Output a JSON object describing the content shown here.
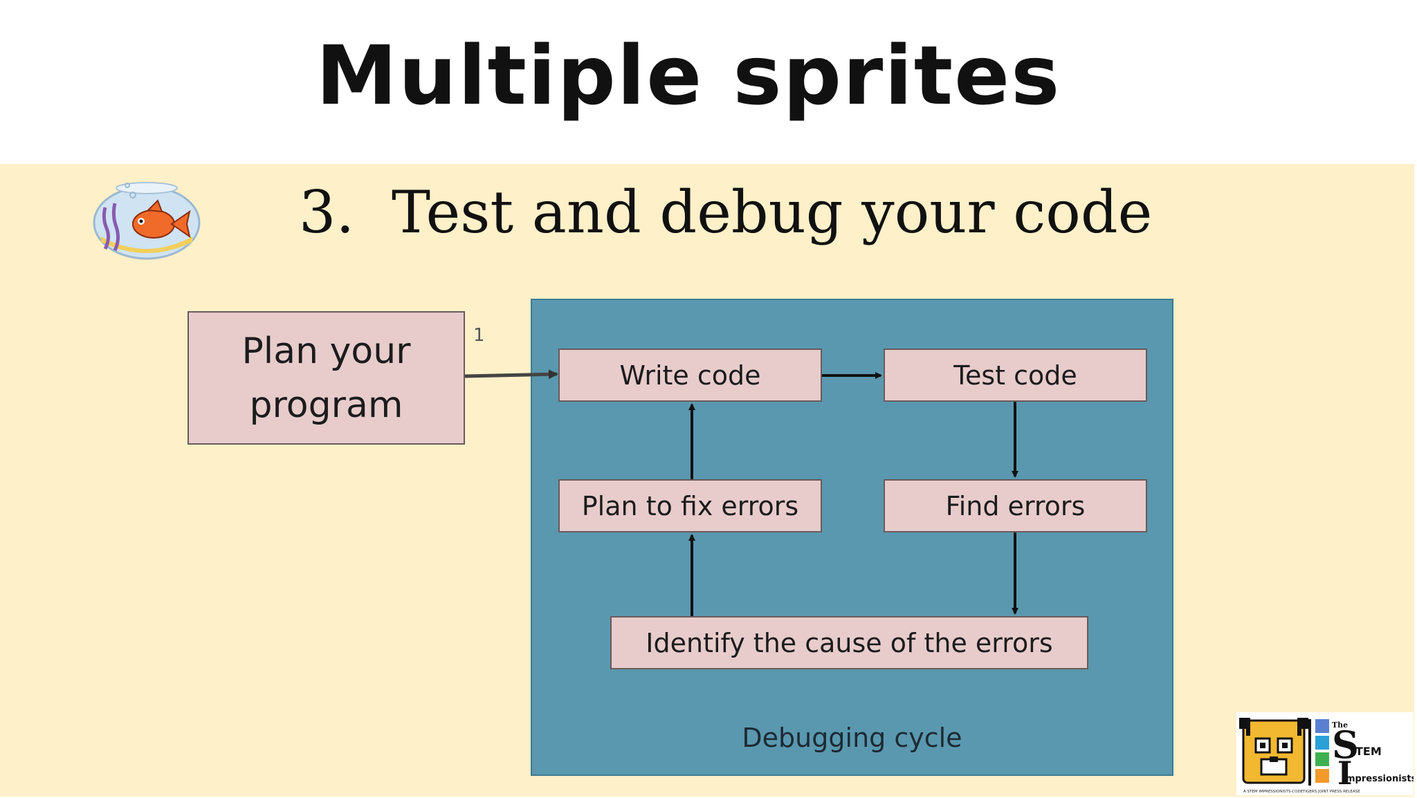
{
  "slide": {
    "title": "Multiple sprites",
    "step_number": "3.",
    "step_text": "Test and debug your code"
  },
  "diagram": {
    "start_box": "Plan your\nprogram",
    "cycle_boxes": {
      "write_code": "Write code",
      "test_code": "Test code",
      "find_errors": "Find errors",
      "identify_cause": "Identify the cause of the errors",
      "plan_fix": "Plan to fix errors"
    },
    "cycle_label": "Debugging cycle",
    "stray_mark": "1"
  },
  "logo": {
    "name_small": "The",
    "name_big_1": "S",
    "name_rest_1": "TEM",
    "name_big_2": "I",
    "name_rest_2": "mpressionists",
    "tagline": "A STEM IMPRESSIONISTS-CODETIGERS JOINT PRESS RELEASE"
  },
  "colors": {
    "background": "#fef0c9",
    "cycle_panel": "#5a98b0",
    "box_fill": "#e8cccc",
    "title_bar": "#ffffff"
  },
  "icons": [
    "fishbowl-icon",
    "tiger-face-icon"
  ]
}
